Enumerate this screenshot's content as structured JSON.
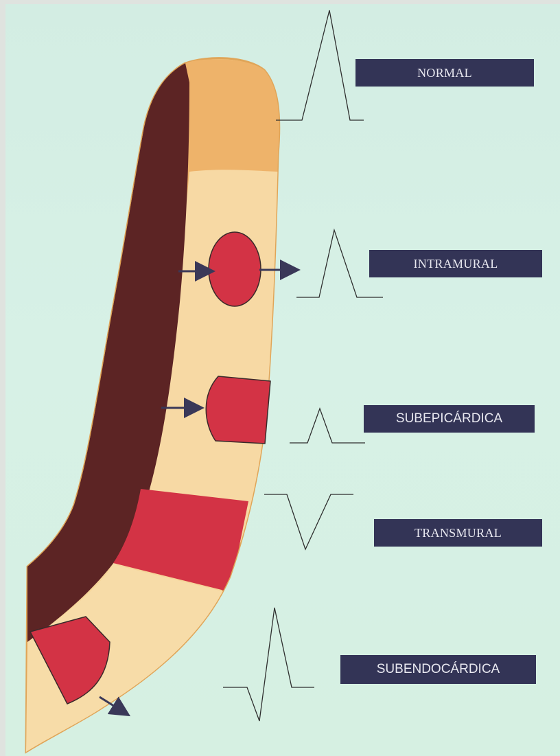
{
  "labels": {
    "normal": "NORMAL",
    "intramural": "INTRAMURAL",
    "subepicardica": "SUBEPICÁRDICA",
    "transmural": "TRANSMURAL",
    "subendocardica": "SUBENDOCÁRDICA"
  },
  "colors": {
    "background": "#d6f0e2",
    "label_box": "#333456",
    "label_text": "#e8e8f0",
    "wall_light": "#f5d498",
    "wall_dark": "#5c2424",
    "wall_outer": "#e0a558",
    "lesion": "#d33345",
    "trace": "#2e2e2e",
    "arrow": "#3a3858"
  },
  "icons": {
    "arrow": "arrow-right-icon",
    "waveform": "ecg-trace-icon"
  }
}
